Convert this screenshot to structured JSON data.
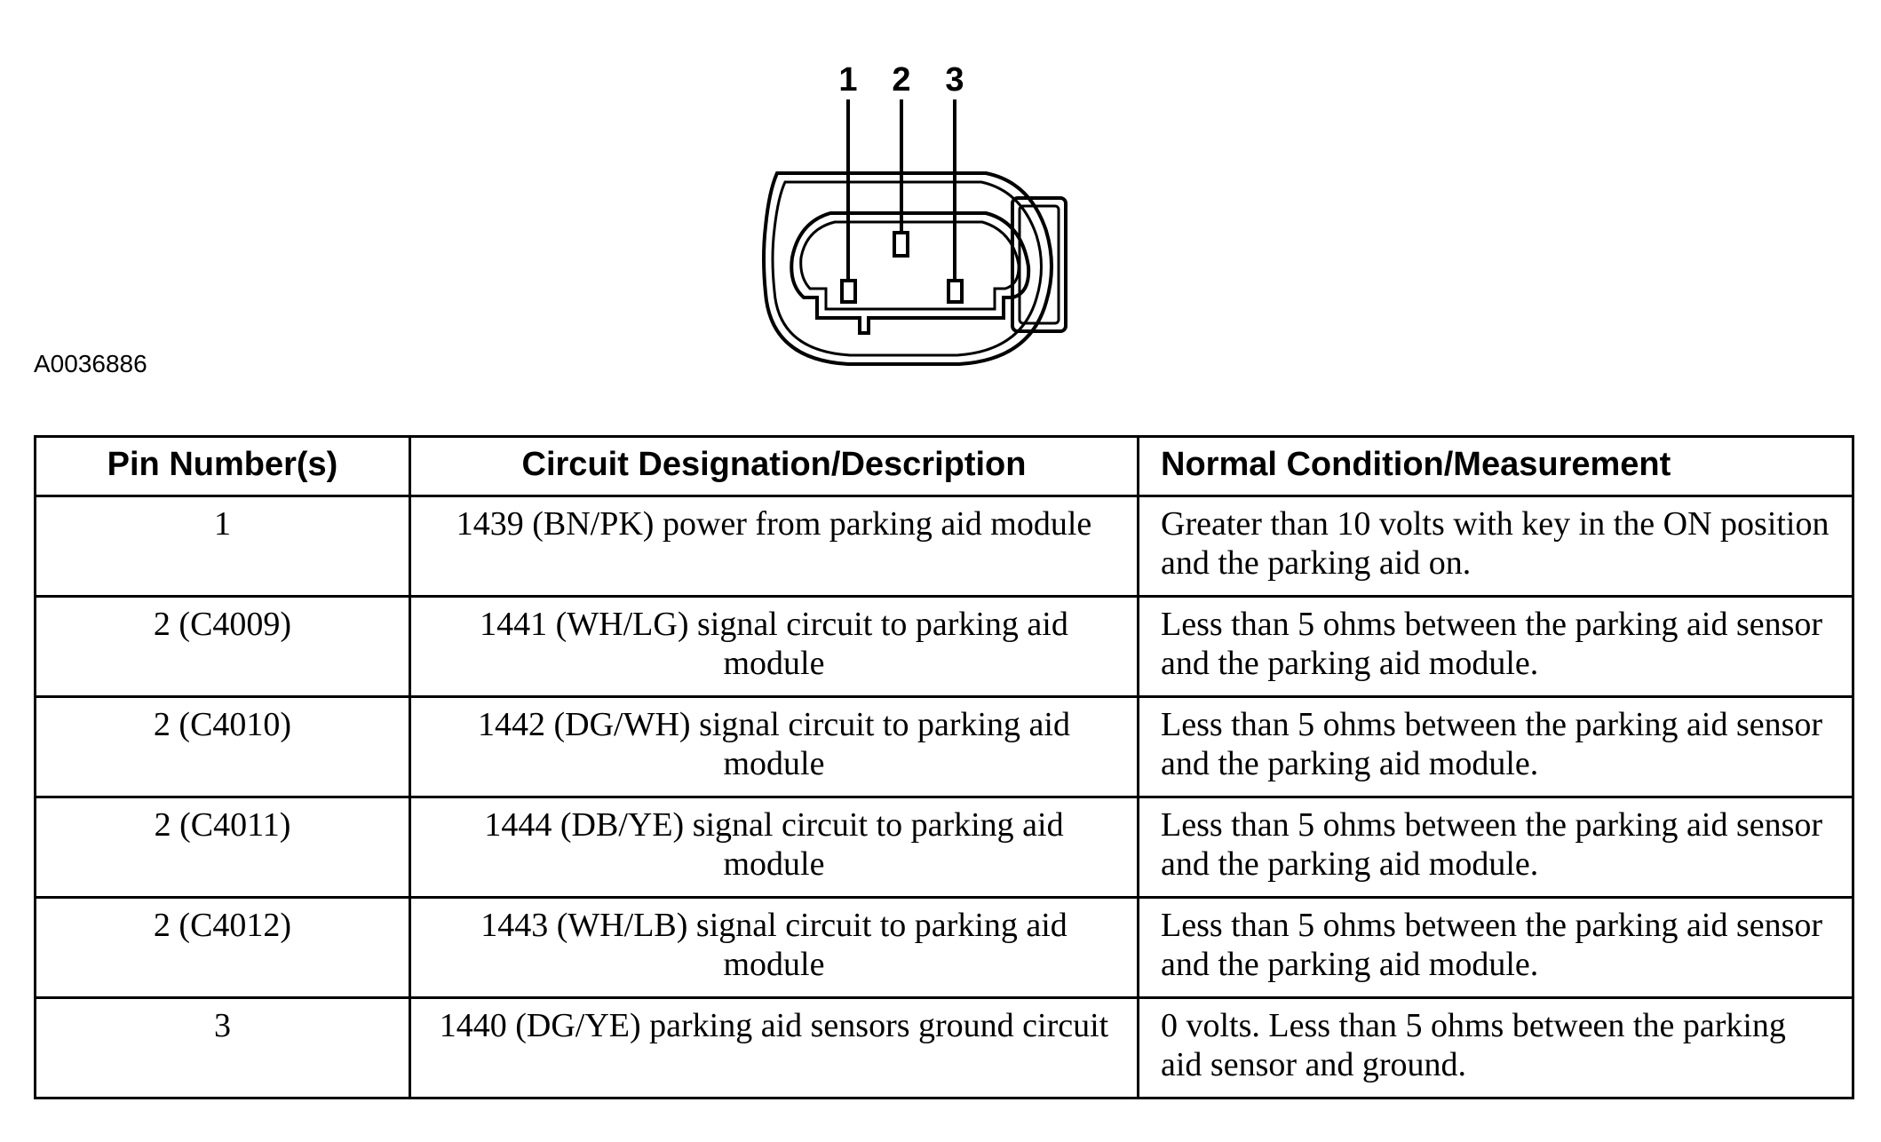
{
  "diagram": {
    "pin_labels": [
      "1",
      "2",
      "3"
    ],
    "figure_id": "A0036886"
  },
  "table": {
    "headers": [
      "Pin Number(s)",
      "Circuit Designation/Description",
      "Normal Condition/Measurement"
    ],
    "rows": [
      [
        "1",
        "1439 (BN/PK) power from parking aid module",
        "Greater than 10 volts with key in the ON position and the parking aid on."
      ],
      [
        "2 (C4009)",
        "1441 (WH/LG) signal circuit to parking aid module",
        "Less than 5 ohms between the parking aid sensor and the parking aid module."
      ],
      [
        "2 (C4010)",
        "1442 (DG/WH) signal circuit to parking aid module",
        "Less than 5 ohms between the parking aid sensor and the parking aid module."
      ],
      [
        "2 (C4011)",
        "1444 (DB/YE) signal circuit to parking aid module",
        "Less than 5 ohms between the parking aid sensor and the parking aid module."
      ],
      [
        "2 (C4012)",
        "1443 (WH/LB) signal circuit to parking aid module",
        "Less than 5 ohms between the parking aid sensor and the parking aid module."
      ],
      [
        "3",
        "1440 (DG/YE) parking aid sensors ground circuit",
        "0 volts. Less than 5 ohms between the parking aid sensor and ground."
      ]
    ]
  }
}
